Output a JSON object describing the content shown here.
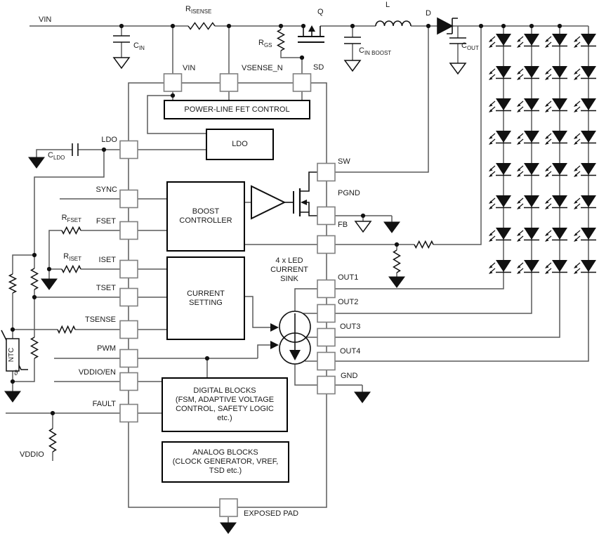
{
  "component_labels": {
    "vin_input": "VIN",
    "r_isense": {
      "base": "R",
      "sub": "ISENSE"
    },
    "c_in": {
      "base": "C",
      "sub": "IN"
    },
    "r_gs": {
      "base": "R",
      "sub": "GS"
    },
    "q": "Q",
    "c_in_boost": {
      "base": "C",
      "sub": "IN BOOST"
    },
    "l": "L",
    "d": "D",
    "c_out": {
      "base": "C",
      "sub": "OUT"
    },
    "c_ldo": {
      "base": "C",
      "sub": "LDO"
    },
    "r_fset": {
      "base": "R",
      "sub": "FSET"
    },
    "r_iset": {
      "base": "R",
      "sub": "ISET"
    },
    "ntc": "NTC",
    "theta": "ϑ",
    "vddio": "VDDIO"
  },
  "pins": {
    "top": [
      "VIN",
      "VSENSE_N",
      "SD"
    ],
    "left": [
      "LDO",
      "SYNC",
      "FSET",
      "ISET",
      "TSET",
      "TSENSE",
      "PWM",
      "VDDIO/EN",
      "FAULT"
    ],
    "right": [
      "SW",
      "PGND",
      "FB",
      "OUT1",
      "OUT2",
      "OUT3",
      "OUT4",
      "GND"
    ],
    "bottom": [
      "EXPOSED PAD"
    ]
  },
  "blocks": {
    "power_line_fet_control": "POWER-LINE FET CONTROL",
    "ldo": "LDO",
    "boost_controller": [
      "BOOST",
      "CONTROLLER"
    ],
    "current_setting": [
      "CURRENT",
      "SETTING"
    ],
    "led_current_sink": [
      "4 x LED",
      "CURRENT",
      "SINK"
    ],
    "digital_blocks": [
      "DIGITAL BLOCKS",
      "(FSM, ADAPTIVE VOLTAGE",
      "CONTROL, SAFETY LOGIC",
      "etc.)"
    ],
    "analog_blocks": [
      "ANALOG BLOCKS",
      "(CLOCK GENERATOR, VREF,",
      "TSD etc.)"
    ]
  },
  "led_matrix": {
    "columns": 4,
    "leds_per_column": 8
  },
  "colors": {
    "wire": "#5a5a5a",
    "component": "#111111",
    "pin_outline": "#808080",
    "background": "#ffffff"
  }
}
